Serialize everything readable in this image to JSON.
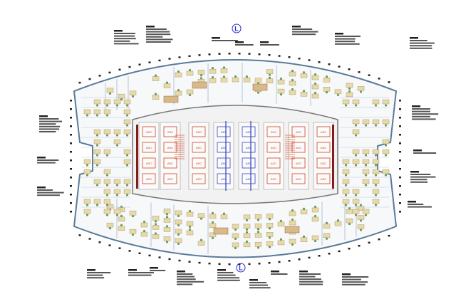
{
  "plan": {
    "markers": {
      "top": "L",
      "bottom": "L"
    },
    "elevator_label": "ASC",
    "colors": {
      "wall": "#5a7a9a",
      "desk": "#e8d9a8",
      "chair": "#6f9a5a",
      "core_red": "#d2401e",
      "core_blue": "#3040c0",
      "dark_red": "#8a1a1a",
      "marker": "#2a2ad0"
    }
  }
}
